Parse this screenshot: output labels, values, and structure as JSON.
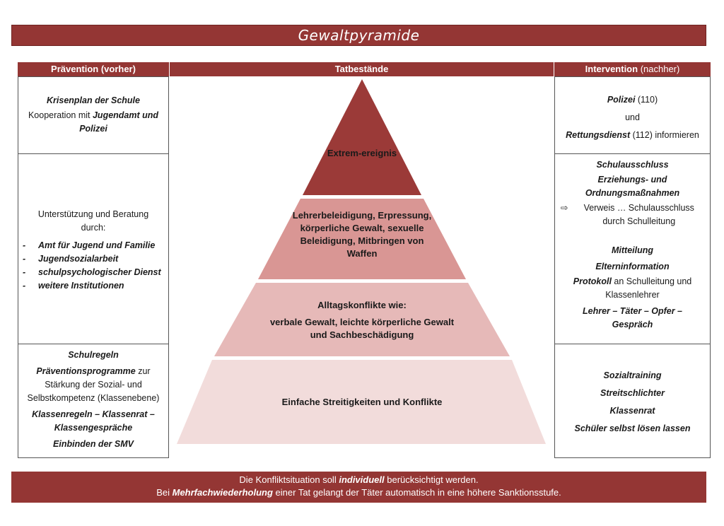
{
  "title": "Gewaltpyramide",
  "headers": {
    "left_bold": "Prävention",
    "left_light": " (vorher)",
    "center": "Tatbestände",
    "right_bold": "Intervention",
    "right_light": " (nachher)"
  },
  "left": {
    "c1": {
      "l1": "Krisenplan der Schule",
      "l2a": "Kooperation mit ",
      "l2b": "Jugendamt und Polizei"
    },
    "c2": {
      "intro": "Unterstützung und Beratung durch:",
      "items": [
        "Amt für Jugend und Familie",
        "Jugendsozialarbeit",
        "schulpsychologischer Dienst",
        "weitere Institutionen"
      ]
    },
    "c3": {
      "l1": "Schulregeln",
      "l2a": "Präventionsprogramme",
      "l2b": " zur Stärkung der Sozial- und Selbstkompetenz (Klassenebene)",
      "l3": "Klassenregeln – Klassenrat – Klassengespräche",
      "l4": "Einbinden der SMV"
    }
  },
  "pyramid": {
    "top": "Extrem-ereignis",
    "second": "Lehrerbeleidigung, Erpressung, körperliche Gewalt, sexuelle Beleidigung, Mitbringen von Waffen",
    "third_a": "Alltagskonflikte wie:",
    "third_b": "verbale Gewalt, leichte körperliche Gewalt und Sachbeschädigung",
    "bottom": "Einfache Streitigkeiten und Konflikte",
    "colors": [
      "#9b3a38",
      "#d99694",
      "#e6b9b8",
      "#f2dcdb"
    ]
  },
  "right": {
    "c1": {
      "a": "Polizei",
      "a2": " (110)",
      "b": "und",
      "c": "Rettungsdienst",
      "c2": " (112) informieren"
    },
    "c2": {
      "l1": "Schulausschluss",
      "l2": "Erziehungs- und Ordnungsmaßnahmen",
      "arrow": "⇨",
      "l3": "Verweis … Schulausschluss durch Schulleitung",
      "l4": "Mitteilung",
      "l5": "Elterninformation",
      "l6a": "Protokoll",
      "l6b": " an Schulleitung und Klassenlehrer",
      "l7": "Lehrer – Täter – Opfer – Gespräch"
    },
    "c3": {
      "items": [
        "Sozialtraining",
        "Streitschlichter",
        "Klassenrat",
        "Schüler selbst lösen lassen"
      ]
    }
  },
  "footer": {
    "l1a": "Die Konfliktsituation soll ",
    "l1b": "individuell",
    "l1c": " berücksichtigt werden.",
    "l2a": "Bei ",
    "l2b": "Mehrfachwiederholung",
    "l2c": " einer Tat gelangt der Täter automatisch in eine höhere Sanktionsstufe."
  }
}
